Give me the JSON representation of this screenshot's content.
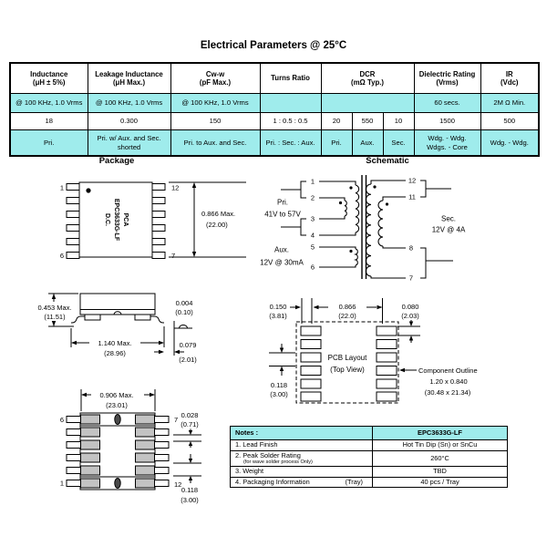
{
  "title": "Electrical Parameters @ 25°C",
  "colors": {
    "highlight": "#9FECEC"
  },
  "params_table": {
    "headers": [
      {
        "line1": "Inductance",
        "line2": "(μH ± 5%)"
      },
      {
        "line1": "Leakage Inductance",
        "line2": "(μH Max.)"
      },
      {
        "line1": "Cw-w",
        "line2": "(pF Max.)"
      },
      {
        "line1": "Turns Ratio",
        "line2": ""
      },
      {
        "line1": "DCR",
        "line2": "(mΩ Typ.)"
      },
      {
        "line1": "Dielectric Rating",
        "line2": "(Vrms)"
      },
      {
        "line1": "IR",
        "line2": "(Vdc)"
      }
    ],
    "conditions": [
      "@ 100 KHz, 1.0 Vrms",
      "@ 100 KHz, 1.0 Vrms",
      "@ 100 KHz, 1.0 Vrms",
      "",
      "",
      "60 secs.",
      "2M Ω Min."
    ],
    "values": [
      "18",
      "0.300",
      "150",
      "1 : 0.5 : 0.5",
      "20",
      "550",
      "10",
      "1500",
      "500"
    ],
    "notes": [
      "Pri.",
      "Pri. w/ Aux. and Sec. shorted",
      "Pri. to Aux. and Sec.",
      "Pri. : Sec. : Aux.",
      "Pri.",
      "Aux.",
      "Sec.",
      {
        "line1": "Wdg. - Wdg.",
        "line2": "Wdgs. - Core"
      },
      "Wdg. - Wdg."
    ]
  },
  "sections": {
    "package_title": "Package",
    "schematic_title": "Schematic"
  },
  "package_view": {
    "pin_tl": "1",
    "pin_bl": "6",
    "pin_tr": "12",
    "pin_br": "7",
    "marking": [
      "PCA",
      "EPC3633G-LF",
      "D.C."
    ],
    "dim_height": "0.866 Max.",
    "dim_height_mm": "(22.00)"
  },
  "schematic": {
    "pins_left": [
      "1",
      "2",
      "3",
      "4",
      "5",
      "6"
    ],
    "pins_right": [
      "12",
      "11",
      "8",
      "7"
    ],
    "pri_label": "Pri.",
    "pri_range": "41V to 57V",
    "aux_label": "Aux.",
    "aux_range": "12V @ 30mA",
    "sec_label": "Sec.",
    "sec_range": "12V @ 4A"
  },
  "side_view": {
    "dim_height": "0.453 Max.",
    "dim_height_mm": "(11.51)",
    "dim_standoff": "0.004",
    "dim_standoff_mm": "(0.10)",
    "dim_width": "1.140 Max.",
    "dim_width_mm": "(28.96)",
    "dim_lead": "0.079",
    "dim_lead_mm": "(2.01)"
  },
  "pcb_layout": {
    "dim_offset": "0.150",
    "dim_offset_mm": "(3.81)",
    "dim_width": "0.866",
    "dim_width_mm": "(22.0)",
    "dim_pad_height": "0.080",
    "dim_pad_height_mm": "(2.03)",
    "dim_pitch": "0.118",
    "dim_pitch_mm": "(3.00)",
    "title_line1": "PCB Layout",
    "title_line2": "(Top View)",
    "outline_label": "Component Outline",
    "outline_inches": "1.20 x 0.840",
    "outline_mm": "(30.48 x 21.34)"
  },
  "land_pattern": {
    "dim_width": "0.906 Max.",
    "dim_width_mm": "(23.01)",
    "pin_tl": "6",
    "pin_tr": "7",
    "pin_bl": "1",
    "pin_br": "12",
    "dim_gap": "0.028",
    "dim_gap_mm": "(0.71)",
    "dim_pitch": "0.118",
    "dim_pitch_mm": "(3.00)"
  },
  "notes_table": {
    "header_label": "Notes :",
    "header_value": "EPC3633G-LF",
    "rows": [
      {
        "label": "1.  Lead Finish",
        "value": "Hot Tin Dip (Sn) or  SnCu"
      },
      {
        "label": "2.  Peak Solder Rating",
        "sub": "(for wave solder process Only)",
        "value": "260°C"
      },
      {
        "label": "3.  Weight",
        "value": "TBD"
      },
      {
        "label": "4.  Packaging Information",
        "tray": "(Tray)",
        "value": "40 pcs / Tray"
      }
    ]
  }
}
